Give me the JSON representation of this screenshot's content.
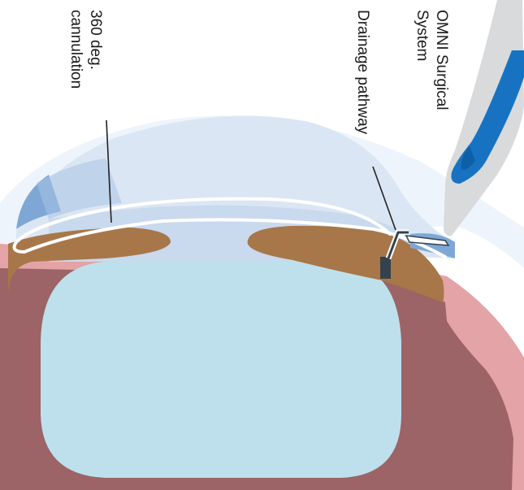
{
  "labels": {
    "cannulation_line1": "360 deg.",
    "cannulation_line2": "cannulation",
    "drainage": "Drainage pathway",
    "device_line1": "OMNI Surgical",
    "device_line2": "System"
  },
  "colors": {
    "background": "#ffffff",
    "sclera_pink": "#e4a3a6",
    "iris_body_maroon": "#9c6466",
    "lens_blue": "#bee0ed",
    "iris_brown": "#a87749",
    "cornea_light": "#e8f1fa",
    "anterior_chamber": "#d9e4f2",
    "angle_blue": "#7fa7d6",
    "instrument_blue": "#1773c2",
    "instrument_gray": "#d8dadc",
    "catheter_white": "#ffffff",
    "canal_dark": "#34424d",
    "leader_line": "#222222"
  },
  "icons": [
    "omni-handpiece-icon"
  ]
}
